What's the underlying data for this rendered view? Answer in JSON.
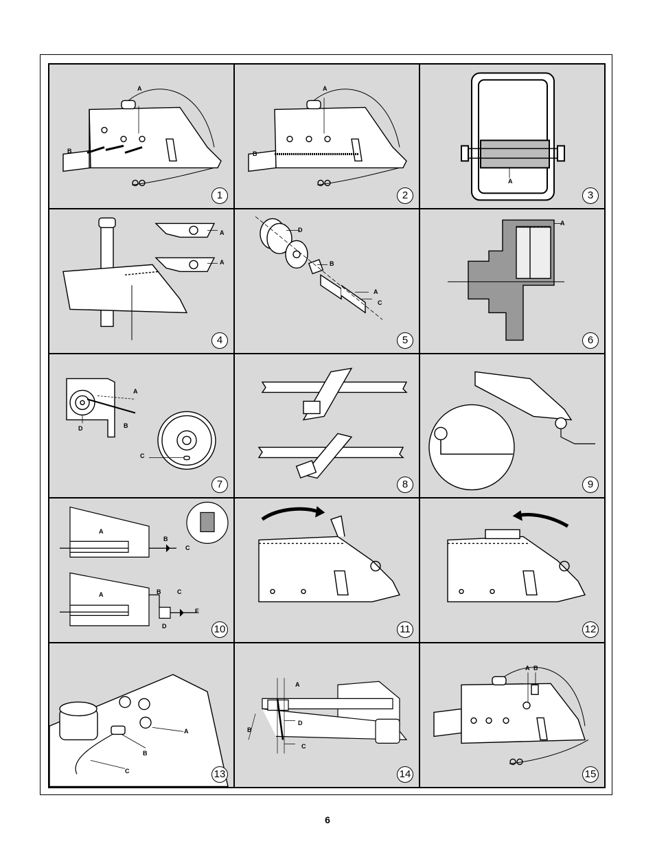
{
  "page_number": "6",
  "panels": [
    {
      "number": "1",
      "labels": [
        "A",
        "B"
      ]
    },
    {
      "number": "2",
      "labels": [
        "A",
        "B"
      ]
    },
    {
      "number": "3",
      "labels": [
        "A"
      ]
    },
    {
      "number": "4",
      "labels": [
        "A",
        "A"
      ]
    },
    {
      "number": "5",
      "labels": [
        "D",
        "B",
        "A",
        "C"
      ]
    },
    {
      "number": "6",
      "labels": [
        "A"
      ]
    },
    {
      "number": "7",
      "labels": [
        "A",
        "B",
        "D",
        "C"
      ]
    },
    {
      "number": "8",
      "labels": []
    },
    {
      "number": "9",
      "labels": []
    },
    {
      "number": "10",
      "labels": [
        "A",
        "B",
        "C",
        "A",
        "B",
        "C",
        "E",
        "D"
      ]
    },
    {
      "number": "11",
      "labels": []
    },
    {
      "number": "12",
      "labels": []
    },
    {
      "number": "13",
      "labels": [
        "A",
        "B",
        "C"
      ]
    },
    {
      "number": "14",
      "labels": [
        "A",
        "D",
        "B",
        "C"
      ]
    },
    {
      "number": "15",
      "labels": [
        "A",
        "B"
      ]
    }
  ]
}
